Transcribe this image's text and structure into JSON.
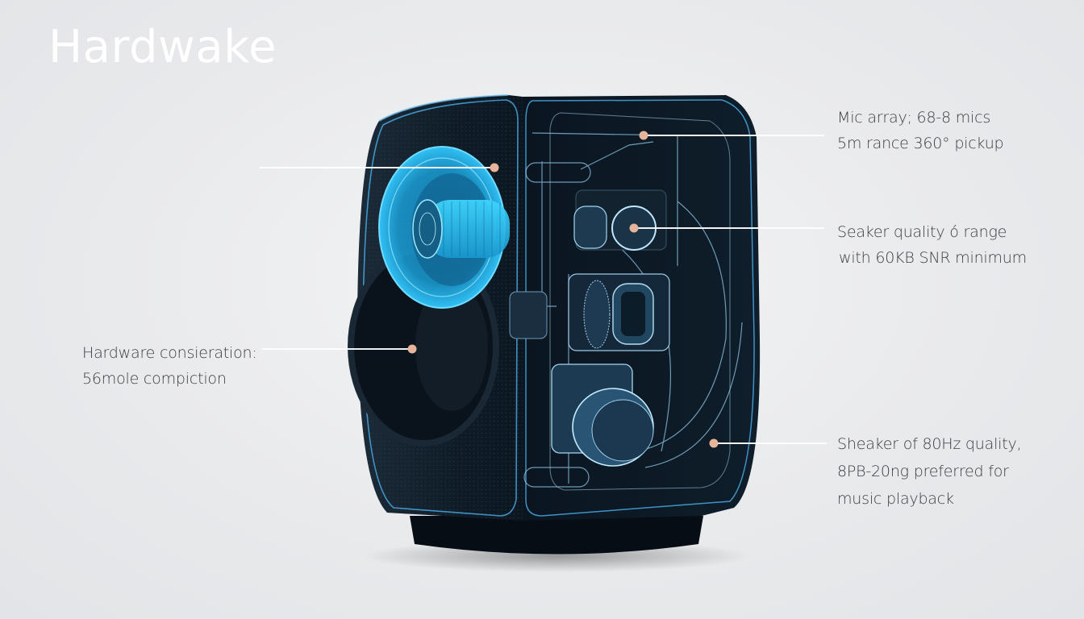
{
  "title": "Hardwake",
  "colors": {
    "background": "#e9eaec",
    "title": "#ffffff",
    "speaker_body": "#0d1a26",
    "outline_glow": "#4aa8e0",
    "driver_highlight": "#1fb6f0",
    "callout_line": "#ffffff",
    "callout_dot": "#e6b49a",
    "label_text": "#3a3d42"
  },
  "callouts": [
    {
      "id": "mic-array",
      "lines": [
        "Mic array;  68-8 mics",
        "5m rance 360° pickup"
      ],
      "dot": [
        798,
        168
      ],
      "line_end": [
        1022,
        168
      ]
    },
    {
      "id": "speaker-quality",
      "lines": [
        "Seaker quality ó range",
        "with 60KB SNR minimum"
      ],
      "dot": [
        786,
        283
      ],
      "line_end": [
        1022,
        283
      ]
    },
    {
      "id": "speaker-80hz",
      "lines": [
        "Sheaker of 80Hz quality,",
        "8PB-20ng preferred for",
        "music playback"
      ],
      "dot": [
        885,
        550
      ],
      "line_end": [
        1025,
        550
      ]
    },
    {
      "id": "hardware-consideration",
      "lines": [
        "Hardware consieration:",
        "56mole compiction"
      ],
      "dot": [
        511,
        433
      ],
      "line_end": [
        325,
        433
      ]
    },
    {
      "id": "driver-top-left",
      "lines": [],
      "dot": [
        613,
        208
      ],
      "line_end": [
        322,
        208
      ]
    }
  ]
}
